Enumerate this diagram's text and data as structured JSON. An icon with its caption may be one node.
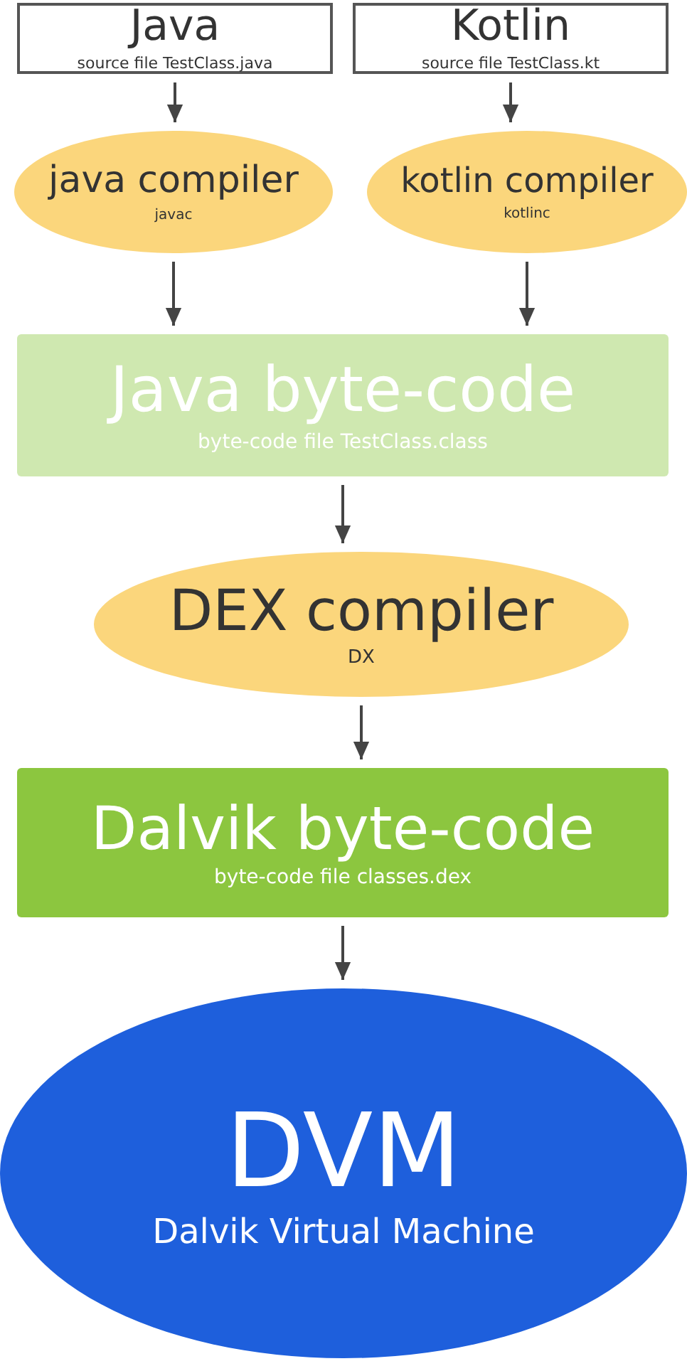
{
  "diagram": {
    "nodes": [
      {
        "text": [
          "Java",
          "source file TestClass.java"
        ]
      },
      {
        "text": [
          "Kotlin",
          "source file TestClass.kt"
        ]
      },
      {
        "text": [
          "java compiler",
          "javac"
        ]
      },
      {
        "text": [
          "kotlin compiler",
          "kotlinc"
        ]
      },
      {
        "text": [
          "Java byte-code",
          "byte-code file TestClass.class"
        ]
      },
      {
        "text": [
          "DEX compiler",
          "DX"
        ]
      },
      {
        "text": [
          "Dalvik byte-code",
          "byte-code file classes.dex"
        ]
      },
      {
        "text": [
          "DVM",
          "Dalvik Virtual Machine"
        ]
      }
    ],
    "edges": [
      {
        "from": 0,
        "to": 2,
        "arrow": "to"
      },
      {
        "from": 1,
        "to": 3,
        "arrow": "to"
      },
      {
        "from": 2,
        "to": 4,
        "arrow": "to"
      },
      {
        "from": 3,
        "to": 4,
        "arrow": "to"
      },
      {
        "from": 4,
        "to": 5,
        "arrow": "to"
      },
      {
        "from": 5,
        "to": 6,
        "arrow": "to"
      },
      {
        "from": 6,
        "to": 7,
        "arrow": "to"
      }
    ]
  }
}
